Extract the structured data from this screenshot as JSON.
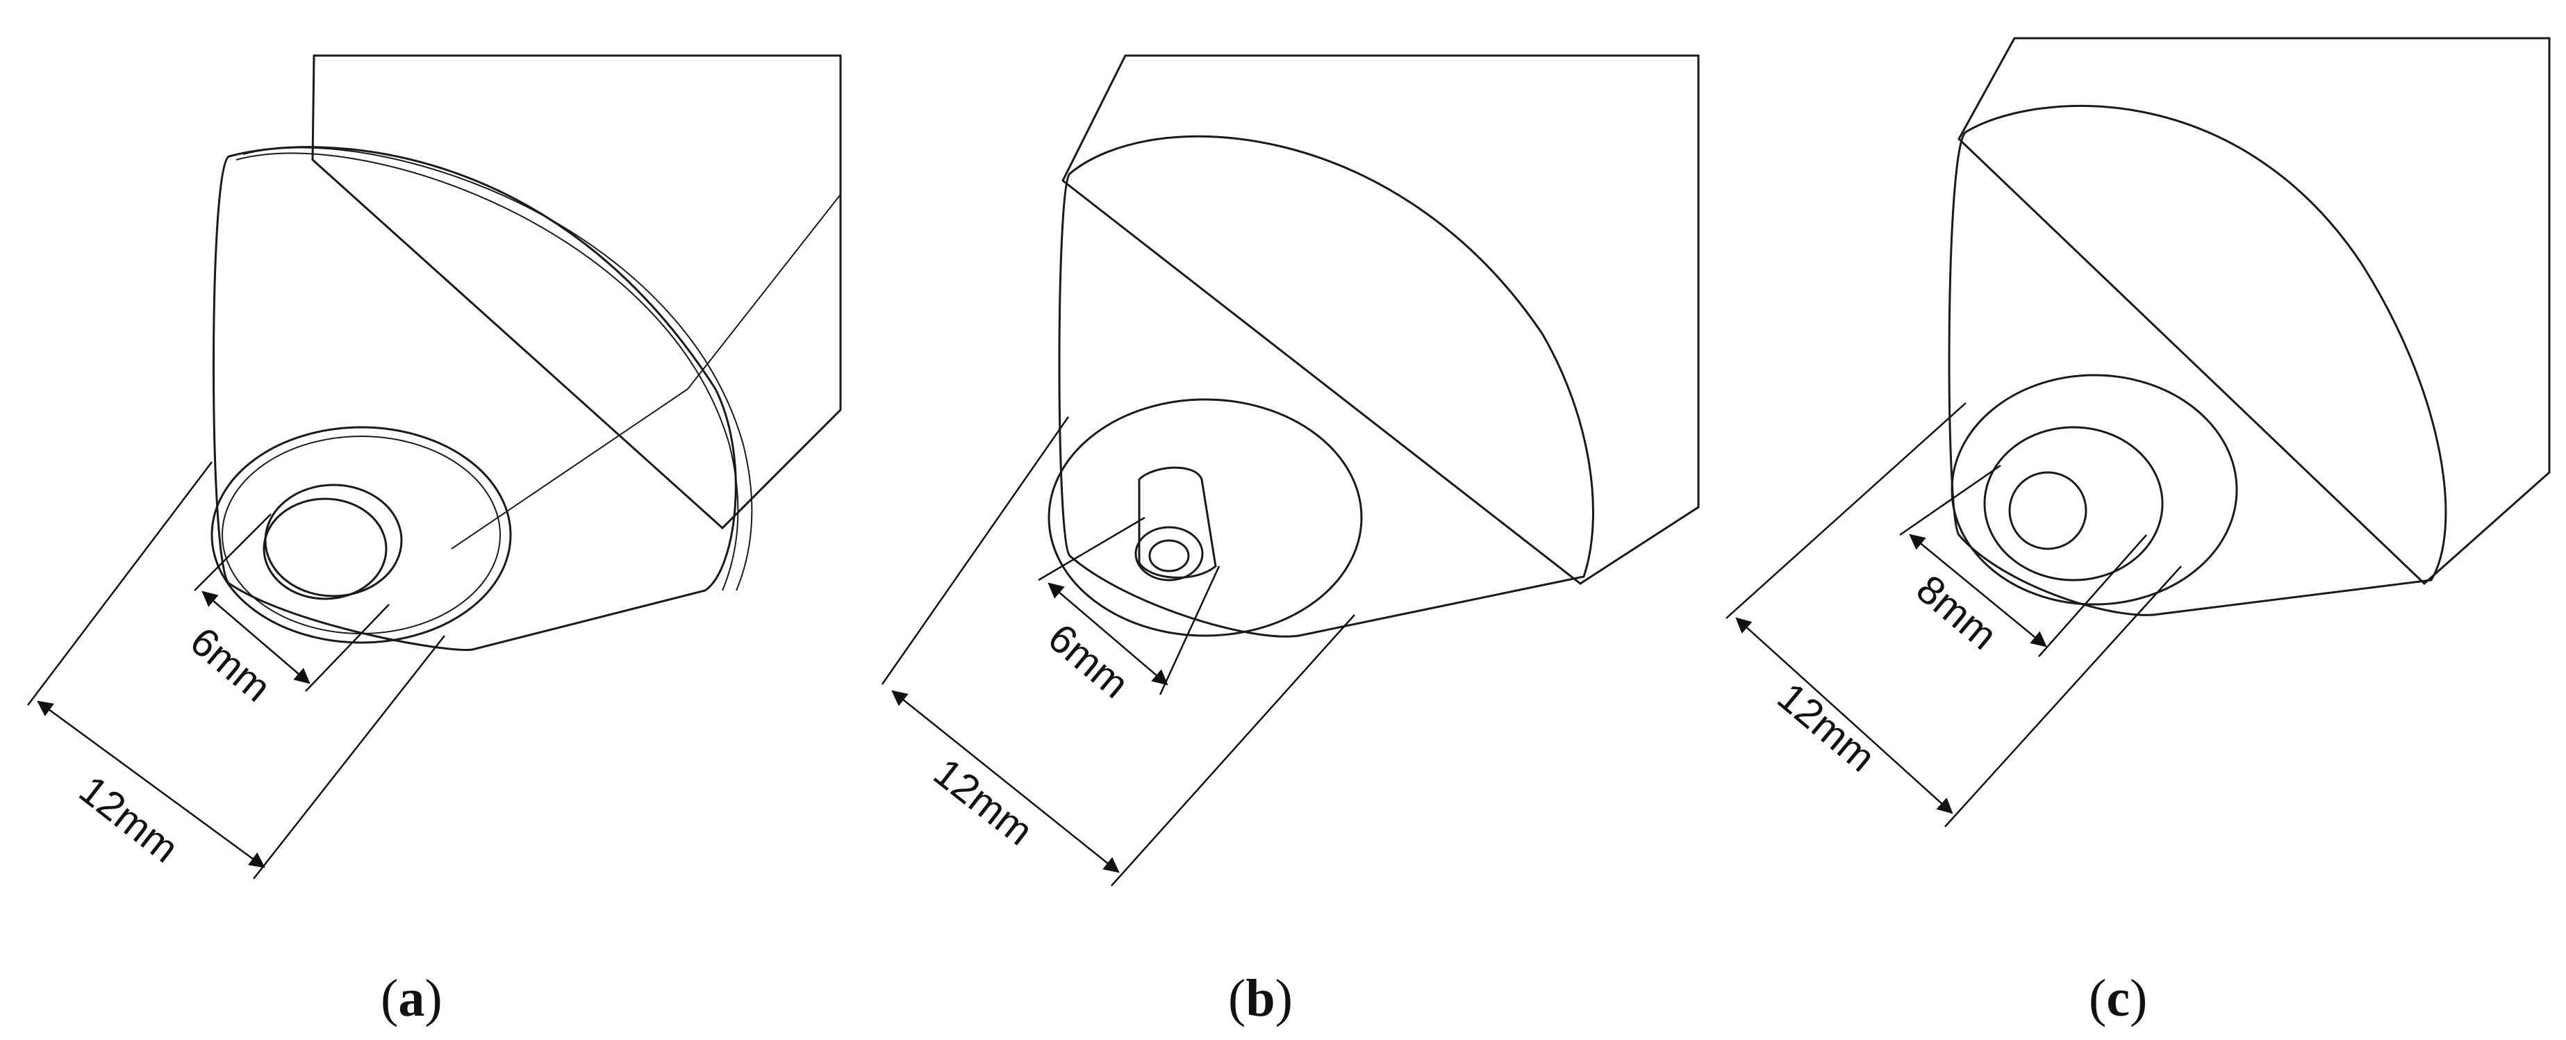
{
  "panels": [
    {
      "id": "a",
      "caption_open": "(",
      "caption_letter": "a",
      "caption_close": ")",
      "inner_dimension": "6mm",
      "outer_dimension": "12mm"
    },
    {
      "id": "b",
      "caption_open": "(",
      "caption_letter": "b",
      "caption_close": ")",
      "inner_dimension": "6mm",
      "outer_dimension": "12mm"
    },
    {
      "id": "c",
      "caption_open": "(",
      "caption_letter": "c",
      "caption_close": ")",
      "inner_dimension": "8mm",
      "outer_dimension": "12mm"
    }
  ],
  "colors": {
    "background": "#ffffff",
    "body_light": "#f2f2f2",
    "body_dark": "#6e6e6e",
    "face_dark": "#4a4a4a",
    "line": "#1a1a1a"
  }
}
